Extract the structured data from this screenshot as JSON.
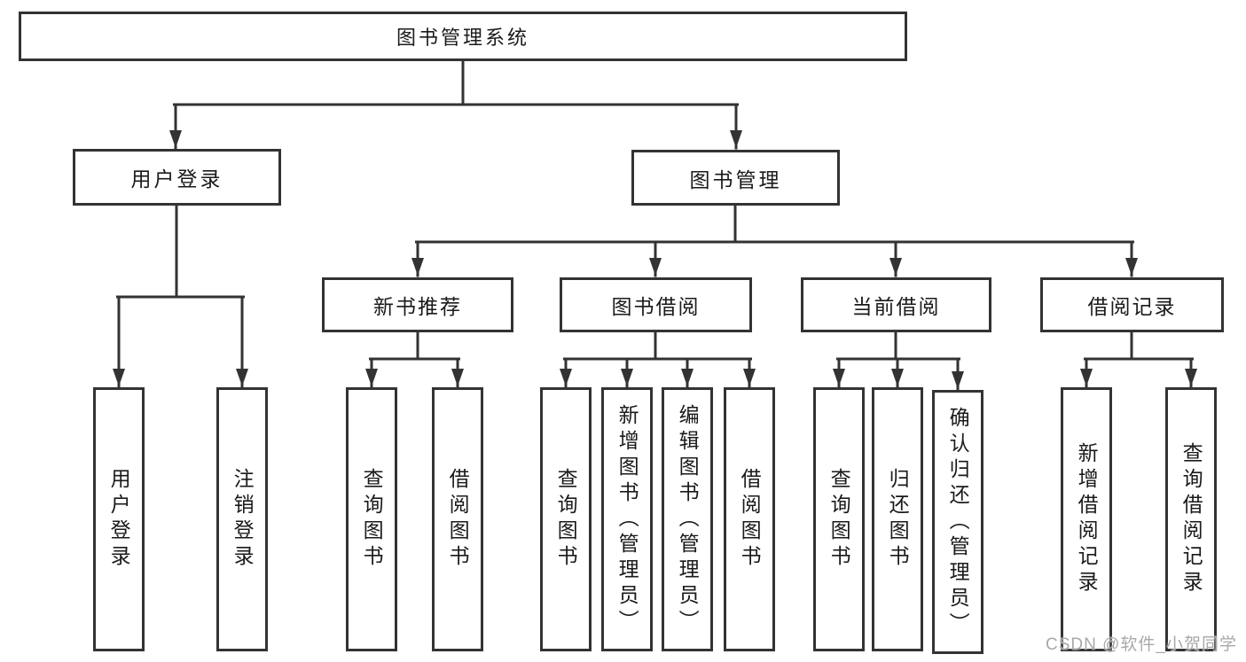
{
  "diagram_title": "图书管理系统",
  "tree": {
    "label": "图书管理系统",
    "children": [
      {
        "label": "用户登录",
        "children": [
          {
            "label": "用户登录"
          },
          {
            "label": "注销登录"
          }
        ]
      },
      {
        "label": "图书管理",
        "children": [
          {
            "label": "新书推荐",
            "children": [
              {
                "label": "查询图书"
              },
              {
                "label": "借阅图书"
              }
            ]
          },
          {
            "label": "图书借阅",
            "children": [
              {
                "label": "查询图书"
              },
              {
                "label": "新增图书（管理员）"
              },
              {
                "label": "编辑图书（管理员）"
              },
              {
                "label": "借阅图书"
              }
            ]
          },
          {
            "label": "当前借阅",
            "children": [
              {
                "label": "查询图书"
              },
              {
                "label": "归还图书"
              },
              {
                "label": "确认归还（管理员）"
              }
            ]
          },
          {
            "label": "借阅记录",
            "children": [
              {
                "label": "新增借阅记录"
              },
              {
                "label": "查询借阅记录"
              }
            ]
          }
        ]
      }
    ]
  },
  "watermark": {
    "text": "CSDN @软件_小贺同学"
  },
  "colors": {
    "line": "#333333",
    "box_border": "#333333",
    "text": "#1a1a1a",
    "background": "#ffffff",
    "watermark": "#a8a8a8"
  }
}
